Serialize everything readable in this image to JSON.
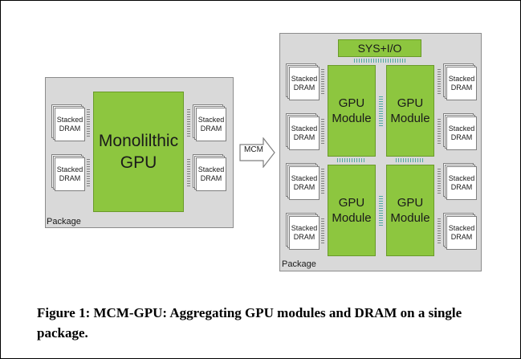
{
  "left_package": {
    "label": "Package",
    "gpu_label": "Monolilthic\nGPU",
    "dram_label": "Stacked\nDRAM"
  },
  "arrow": {
    "label": "MCM"
  },
  "right_package": {
    "label": "Package",
    "sysio_label": "SYS+I/O",
    "module_label": "GPU\nModule",
    "dram_label": "Stacked\nDRAM"
  },
  "caption": "Figure 1: MCM-GPU: Aggregating GPU modules and DRAM on a single package.",
  "colors": {
    "gpu_green": "#8dc63f",
    "package_gray": "#d9d9d9",
    "connector_teal": "#4ea8a0"
  }
}
